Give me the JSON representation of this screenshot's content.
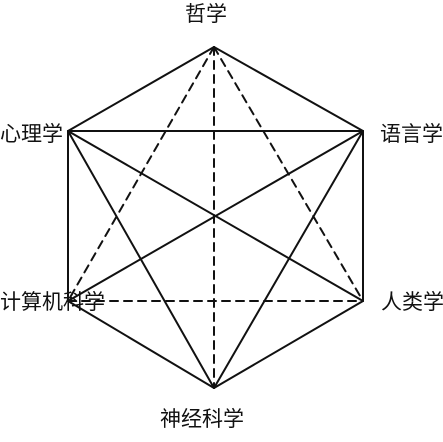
{
  "diagram": {
    "nodes": [
      {
        "id": "top",
        "label": "哲学"
      },
      {
        "id": "ur",
        "label": "语言学"
      },
      {
        "id": "lr",
        "label": "人类学"
      },
      {
        "id": "bottom",
        "label": "神经科学"
      },
      {
        "id": "ll",
        "label": "计算机科学"
      },
      {
        "id": "ul",
        "label": "心理学"
      }
    ],
    "edges_solid": [
      [
        "top",
        "ur"
      ],
      [
        "ur",
        "lr"
      ],
      [
        "lr",
        "bottom"
      ],
      [
        "bottom",
        "ll"
      ],
      [
        "ll",
        "ul"
      ],
      [
        "ul",
        "top"
      ],
      [
        "ul",
        "ur"
      ],
      [
        "ul",
        "lr"
      ],
      [
        "ur",
        "ll"
      ],
      [
        "ul",
        "bottom"
      ],
      [
        "ur",
        "bottom"
      ]
    ],
    "edges_dashed": [
      [
        "top",
        "ll"
      ],
      [
        "top",
        "lr"
      ],
      [
        "ll",
        "lr"
      ],
      [
        "top",
        "bottom"
      ]
    ],
    "line_color": "#111111"
  }
}
